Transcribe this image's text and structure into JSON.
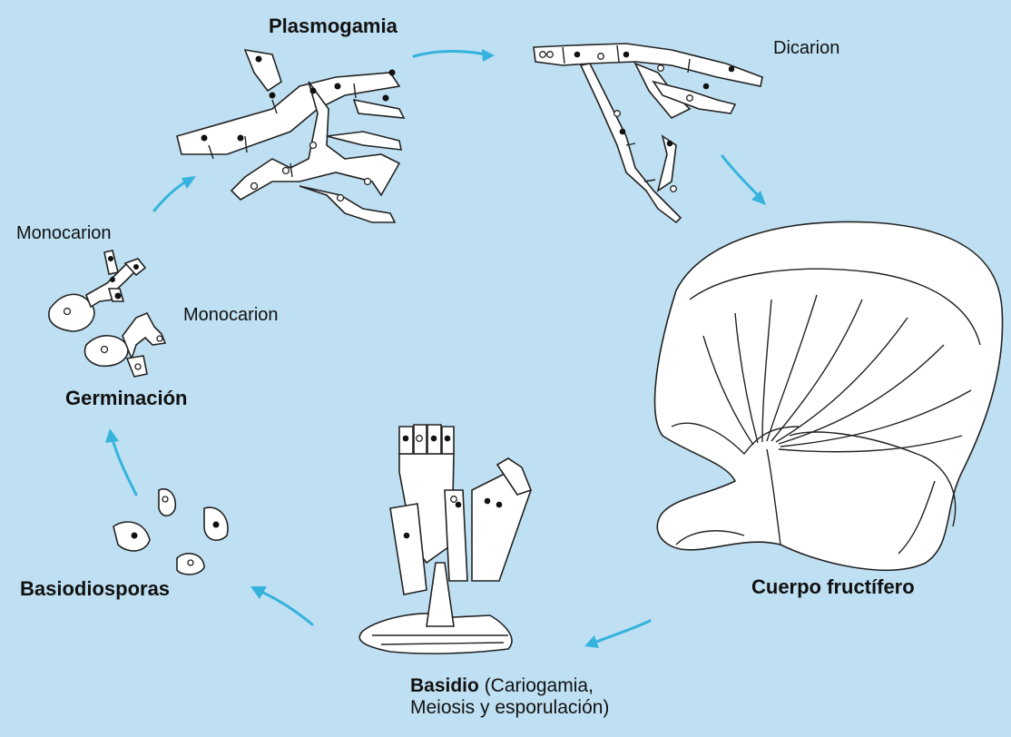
{
  "labels": {
    "plasmogamia": "Plasmogamia",
    "dicarion": "Dicarion",
    "monocarion_1": "Monocarion",
    "monocarion_2": "Monocarion",
    "germinacion": "Germinación",
    "basiodiosporas": "Basiodiosporas",
    "cuerpo_fructifero": "Cuerpo fructífero",
    "basidio_bold": "Basidio",
    "basidio_rest_1": " (Cariogamia,",
    "basidio_rest_2": "Meiosis y esporulación)"
  },
  "colors": {
    "background": "#bfe0f2",
    "arrow": "#35b3dc",
    "ink": "#222222"
  }
}
